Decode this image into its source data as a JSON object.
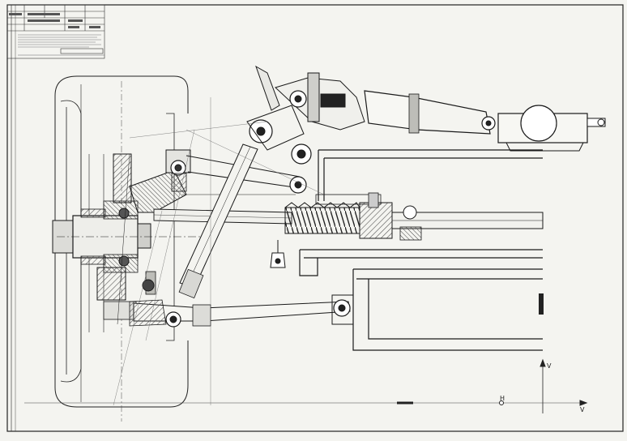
{
  "drawing": {
    "axis_labels": {
      "vertical": "V",
      "horizontal_h": "H",
      "horizontal_v": "V"
    }
  },
  "colors": {
    "paper": "#f4f4f0",
    "ink": "#1a1a1a",
    "hatch": "#555555",
    "shade": "#9a9a9a"
  }
}
